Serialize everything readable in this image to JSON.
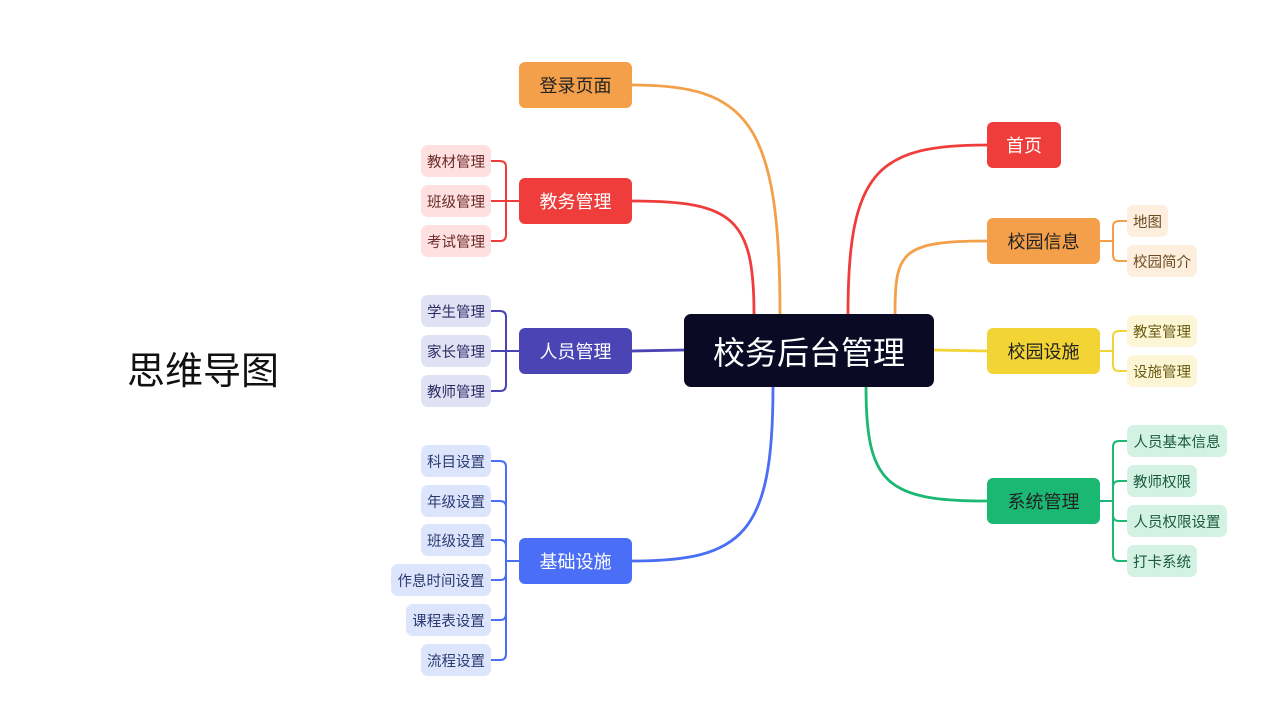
{
  "page_title": "思维导图",
  "root": {
    "label": "校务后台管理",
    "color": "#0a0a24"
  },
  "branches": [
    {
      "id": "login",
      "label": "登录页面",
      "side": "left",
      "color": "#f4a04a",
      "text_color": "#222222",
      "children": []
    },
    {
      "id": "academic",
      "label": "教务管理",
      "side": "left",
      "color": "#ef3d3b",
      "text_color": "#ffffff",
      "children": [
        "教材管理",
        "班级管理",
        "考试管理"
      ]
    },
    {
      "id": "personnel",
      "label": "人员管理",
      "side": "left",
      "color": "#4a44b5",
      "text_color": "#ffffff",
      "children": [
        "学生管理",
        "家长管理",
        "教师管理"
      ]
    },
    {
      "id": "basics",
      "label": "基础设施",
      "side": "left",
      "color": "#4a6ef5",
      "text_color": "#ffffff",
      "children": [
        "科目设置",
        "年级设置",
        "班级设置",
        "作息时间设置",
        "课程表设置",
        "流程设置"
      ]
    },
    {
      "id": "home",
      "label": "首页",
      "side": "right",
      "color": "#ef3d3b",
      "text_color": "#ffffff",
      "children": []
    },
    {
      "id": "campus_info",
      "label": "校园信息",
      "side": "right",
      "color": "#f4a04a",
      "text_color": "#222222",
      "children": [
        "地图",
        "校园简介"
      ]
    },
    {
      "id": "campus_facilities",
      "label": "校园设施",
      "side": "right",
      "color": "#f2d434",
      "text_color": "#222222",
      "children": [
        "教室管理",
        "设施管理"
      ]
    },
    {
      "id": "system",
      "label": "系统管理",
      "side": "right",
      "color": "#1bb874",
      "text_color": "#222222",
      "children": [
        "人员基本信息",
        "教师权限",
        "人员权限设置",
        "打卡系统"
      ]
    }
  ],
  "leaf_colors": {
    "academic": {
      "bg": "#fde0df",
      "text": "#6a2a28"
    },
    "personnel": {
      "bg": "#e1e1f4",
      "text": "#2d2b63"
    },
    "basics": {
      "bg": "#dde5fd",
      "text": "#2a3a70"
    },
    "campus_info": {
      "bg": "#fdeedd",
      "text": "#6a4a20"
    },
    "campus_facilities": {
      "bg": "#fcf6d6",
      "text": "#6a5a10"
    },
    "system": {
      "bg": "#d3f2e4",
      "text": "#1a5a3c"
    }
  }
}
